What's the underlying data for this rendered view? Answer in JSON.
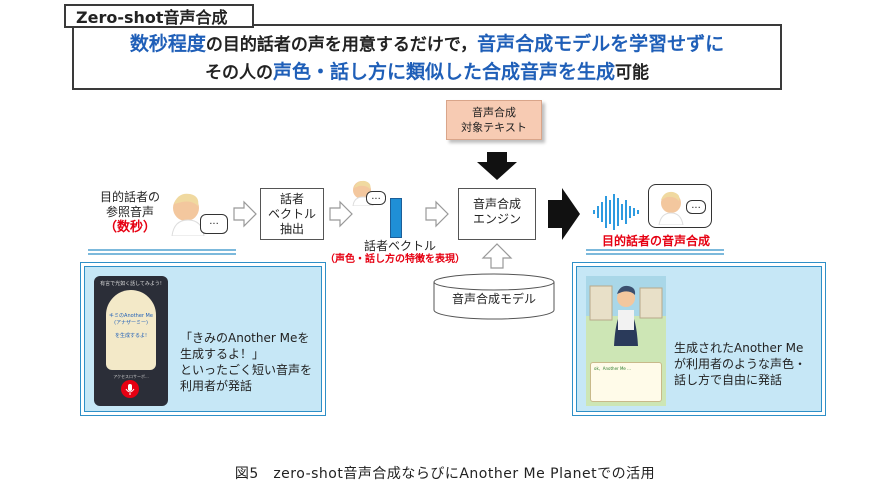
{
  "tag": "Zero-shot音声合成",
  "headline": {
    "line1": [
      {
        "text": "数秒程度",
        "style": "blue"
      },
      {
        "text": "の目的話者の声を用意するだけで，",
        "style": "blk"
      },
      {
        "text": "音声合成モデルを学習せずに",
        "style": "blue"
      }
    ],
    "line2": [
      {
        "text": "その人の",
        "style": "blk"
      },
      {
        "text": "声色・話し方に類似した合成音声を生成",
        "style": "blue"
      },
      {
        "text": "可能",
        "style": "blk"
      }
    ]
  },
  "reference": {
    "line1": "目的話者の",
    "line2": "参照音声",
    "paren_open": "（",
    "highlight": "数秒",
    "paren_close": "）",
    "bubble": "..."
  },
  "extractor": {
    "line1": "話者",
    "line2": "ベクトル",
    "line3": "抽出"
  },
  "speaker_vector": {
    "label": "話者ベクトル",
    "note": "（声色・話し方の特徴を表現）",
    "bubble": "..."
  },
  "target_text": {
    "line1": "音声合成",
    "line2": "対象テキスト"
  },
  "engine": {
    "line1": "音声合成",
    "line2": "エンジン"
  },
  "model": {
    "label": "音声合成モデル"
  },
  "output": {
    "label": "目的話者の音声合成",
    "bubble": "..."
  },
  "left_panel": {
    "phone": {
      "top_text": "有言で光如く話してみよう!",
      "name": "キミのAnother Me",
      "sub": "(アナザーミー)",
      "mid": "を生成するよ!",
      "bottom_text": "アクセスロサーボ..."
    },
    "text": [
      "「きみのAnother Meを",
      "生成するよ！」",
      "といったごく短い音声を",
      "利用者が発話"
    ]
  },
  "right_panel": {
    "game_dialog": "ok、Another Me ...",
    "text": [
      "生成されたAnother Me",
      "が利用者のような声色・",
      "話し方で自由に発話"
    ]
  },
  "colors": {
    "accent_blue": "#1f5fb8",
    "highlight_red": "#e60012",
    "panel_bg": "#c6e7f6",
    "panel_border": "#2e8fc7",
    "note_bg": "#f7cbb3",
    "waveform": "#2e9be0"
  },
  "caption": "図5　zero-shot音声合成ならびにAnother Me Planetでの活用"
}
